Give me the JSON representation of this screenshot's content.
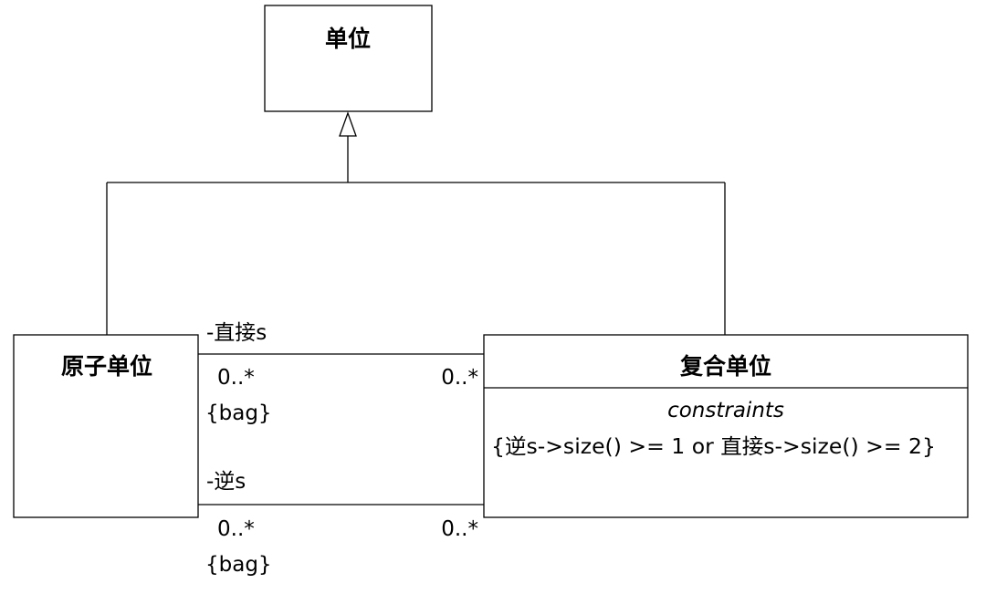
{
  "classes": {
    "parent": {
      "name": "单位"
    },
    "atomic": {
      "name": "原子单位"
    },
    "composite": {
      "name": "复合单位",
      "section_heading": "constraints",
      "constraint": "{逆s->size() >= 1 or 直接s->size() >= 2}"
    }
  },
  "associations": {
    "direct": {
      "role": "-直接s",
      "source_multiplicity": "0..*",
      "source_constraint": "{bag}",
      "target_multiplicity": "0..*"
    },
    "inverse": {
      "role": "-逆s",
      "source_multiplicity": "0..*",
      "source_constraint": "{bag}",
      "target_multiplicity": "0..*"
    }
  }
}
